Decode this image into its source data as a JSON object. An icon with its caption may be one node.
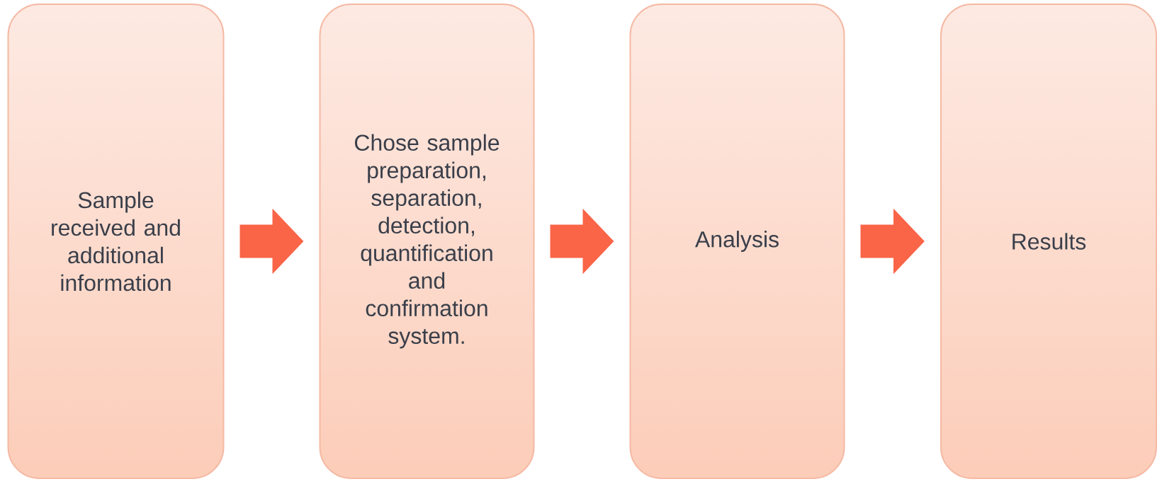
{
  "diagram": {
    "nodes": [
      {
        "text": [
          "Sample received and additional information"
        ]
      },
      {
        "text": [
          "Chose sample preparation, separation, detection, quantification and confirmation system."
        ]
      },
      {
        "text": [
          "Analysis"
        ]
      },
      {
        "text": [
          "Results"
        ]
      }
    ],
    "edges": [
      {
        "from": 0,
        "to": 1,
        "arrow": "to"
      },
      {
        "from": 1,
        "to": 2,
        "arrow": "to"
      },
      {
        "from": 2,
        "to": 3,
        "arrow": "to"
      }
    ]
  }
}
